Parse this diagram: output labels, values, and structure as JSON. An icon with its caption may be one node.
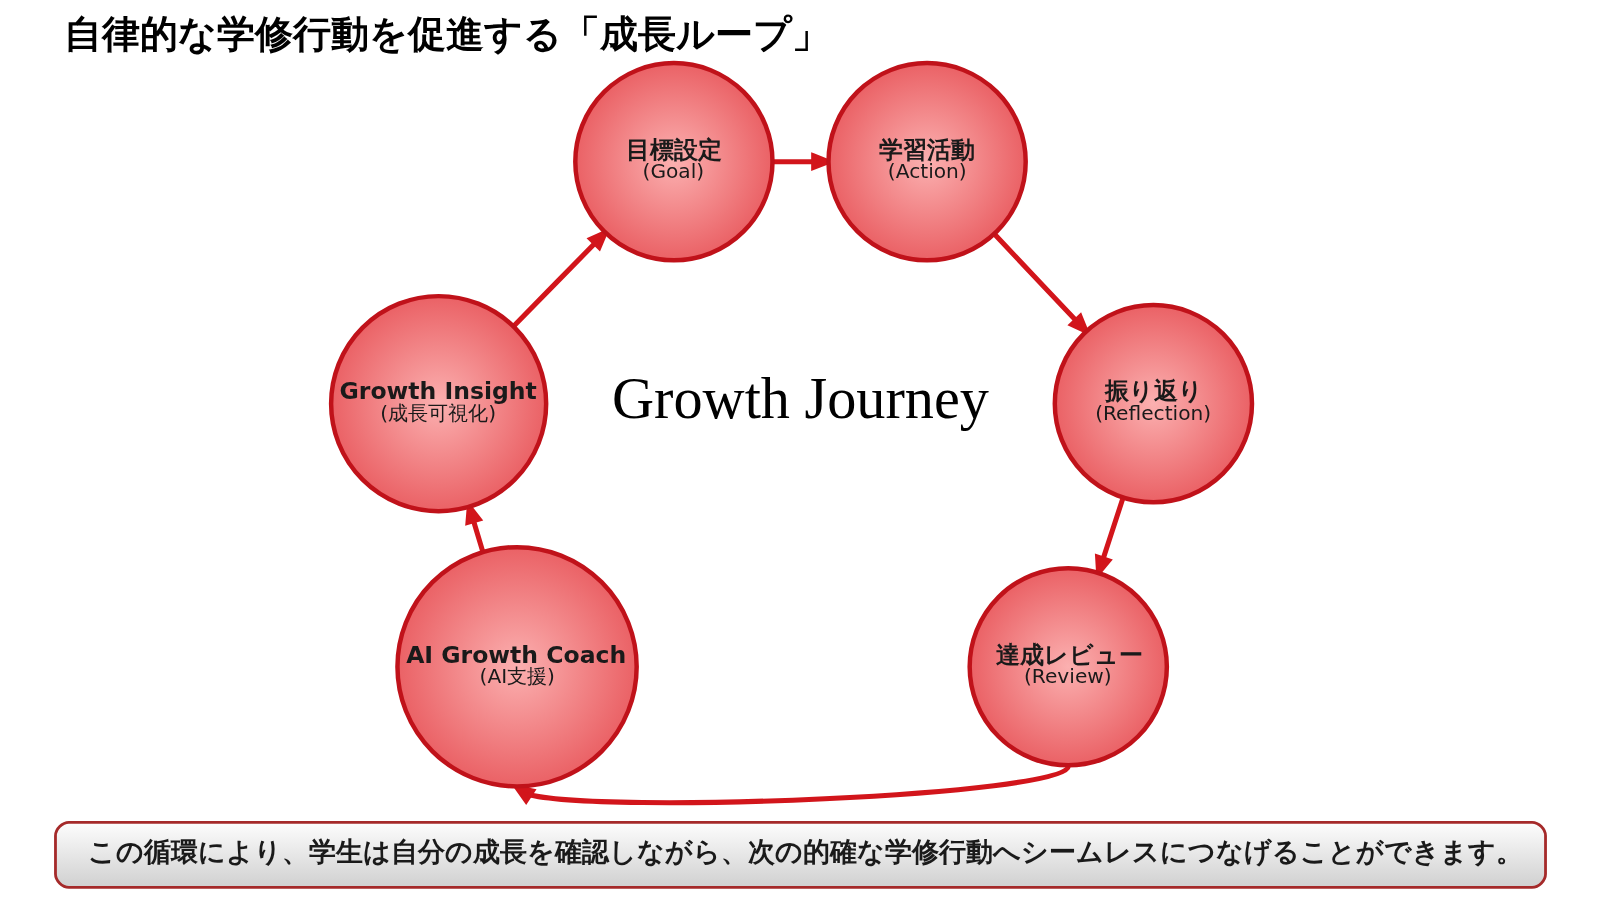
{
  "diagram": {
    "title": "自律的な学修行動を促進する「成長ループ」",
    "nodes": [
      {
        "text": [
          "目標設定",
          "(Goal)"
        ]
      },
      {
        "text": [
          "学習活動",
          "(Action)"
        ]
      },
      {
        "text": [
          "Growth Insight",
          "(成長可視化)"
        ]
      },
      {
        "text": [
          "振り返り",
          "(Reflection)"
        ]
      },
      {
        "text": [
          "AI Growth Coach",
          "(AI支援)"
        ]
      },
      {
        "text": [
          "達成レビュー",
          "(Review)"
        ]
      },
      {
        "text": [
          "この循環により、学生は自分の成長を確認しながら、次の的確な学修行動へシームレスにつなげることができます。"
        ]
      }
    ],
    "edges": [
      {
        "from": 0,
        "to": 1,
        "arrow": "to"
      },
      {
        "from": 1,
        "to": 3,
        "arrow": "to"
      },
      {
        "from": 3,
        "to": 5,
        "arrow": "to"
      },
      {
        "from": 5,
        "to": 4,
        "arrow": "to"
      },
      {
        "from": 4,
        "to": 2,
        "arrow": "to"
      },
      {
        "from": 2,
        "to": 0,
        "arrow": "to"
      }
    ],
    "labels": [
      "Growth Journey"
    ]
  }
}
